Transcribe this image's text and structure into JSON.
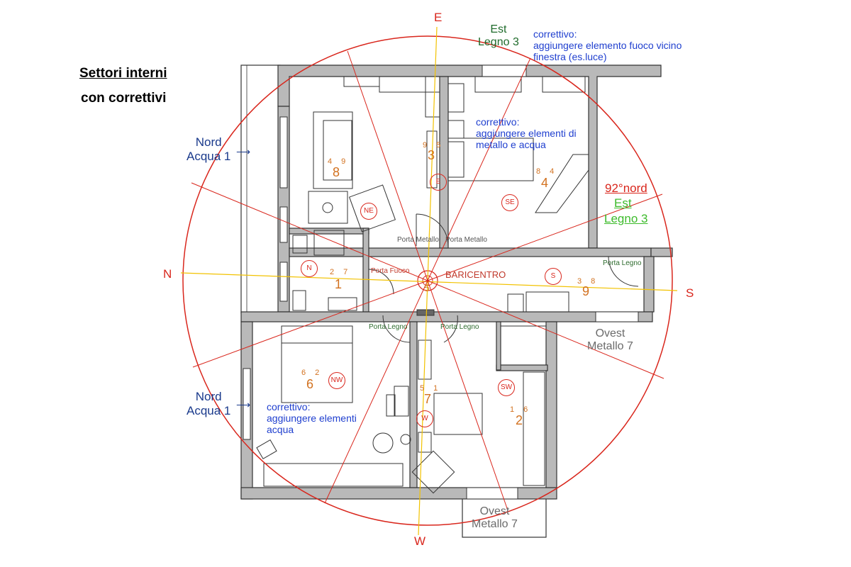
{
  "title": {
    "line1": "Settori interni",
    "line2": "con correttivi"
  },
  "compass": {
    "E": "E",
    "N": "N",
    "S": "S",
    "W": "W"
  },
  "directions": {
    "nord_top": {
      "line1": "Nord",
      "line2": "Acqua 1"
    },
    "nord_bottom": {
      "line1": "Nord",
      "line2": "Acqua 1"
    },
    "est_top": {
      "line1": "Est",
      "line2": "Legno 3"
    },
    "est_right": {
      "heading": "92°nord",
      "line1": "Est",
      "line2": "Legno 3"
    },
    "ovest_right": {
      "line1": "Ovest",
      "line2": "Metallo 7"
    },
    "ovest_bottom": {
      "line1": "Ovest",
      "line2": "Metallo 7"
    }
  },
  "correttivi": {
    "top": {
      "line1": "correttivo:",
      "line2": "aggiungere elemento fuoco vicino",
      "line3": "finestra (es.luce)"
    },
    "middle": {
      "line1": "correttivo:",
      "line2": "aggiungere elementi di",
      "line3": "metallo e acqua"
    },
    "bottom": {
      "line1": "correttivo:",
      "line2": "aggiungere elementi",
      "line3": "acqua"
    }
  },
  "doors": {
    "metallo_1": "Porta Metallo",
    "metallo_2": "Porta Metallo",
    "fuoco": "Porta Fuoco",
    "legno_right": "Porta Legno",
    "legno_bottom_1": "Porta Legno",
    "legno_bottom_2": "Porta Legno"
  },
  "baricentro": {
    "label": "BARICENTRO",
    "number": "5"
  },
  "sectors": {
    "NE": "NE",
    "E": "E",
    "SE": "SE",
    "N": "N",
    "S": "S",
    "NW": "NW",
    "W": "W",
    "SW": "SW"
  },
  "rooms": {
    "r8": {
      "small": "4 9",
      "big": "8"
    },
    "r3": {
      "small": "9 5",
      "big": "3"
    },
    "r4": {
      "small": "8 4",
      "big": "4"
    },
    "r1": {
      "small": "2 7",
      "big": "1"
    },
    "r9": {
      "small": "3 8",
      "big": "9"
    },
    "r6": {
      "small": "6 2",
      "big": "6"
    },
    "r7": {
      "small": "5 1",
      "big": "7"
    },
    "r2": {
      "small": "1 6",
      "big": "2"
    }
  },
  "colors": {
    "red": "#d9261c",
    "axis": "#f2c200",
    "wall": "#b9b9b9",
    "blue": "#1f3fcf",
    "green": "#3dbb2b"
  }
}
